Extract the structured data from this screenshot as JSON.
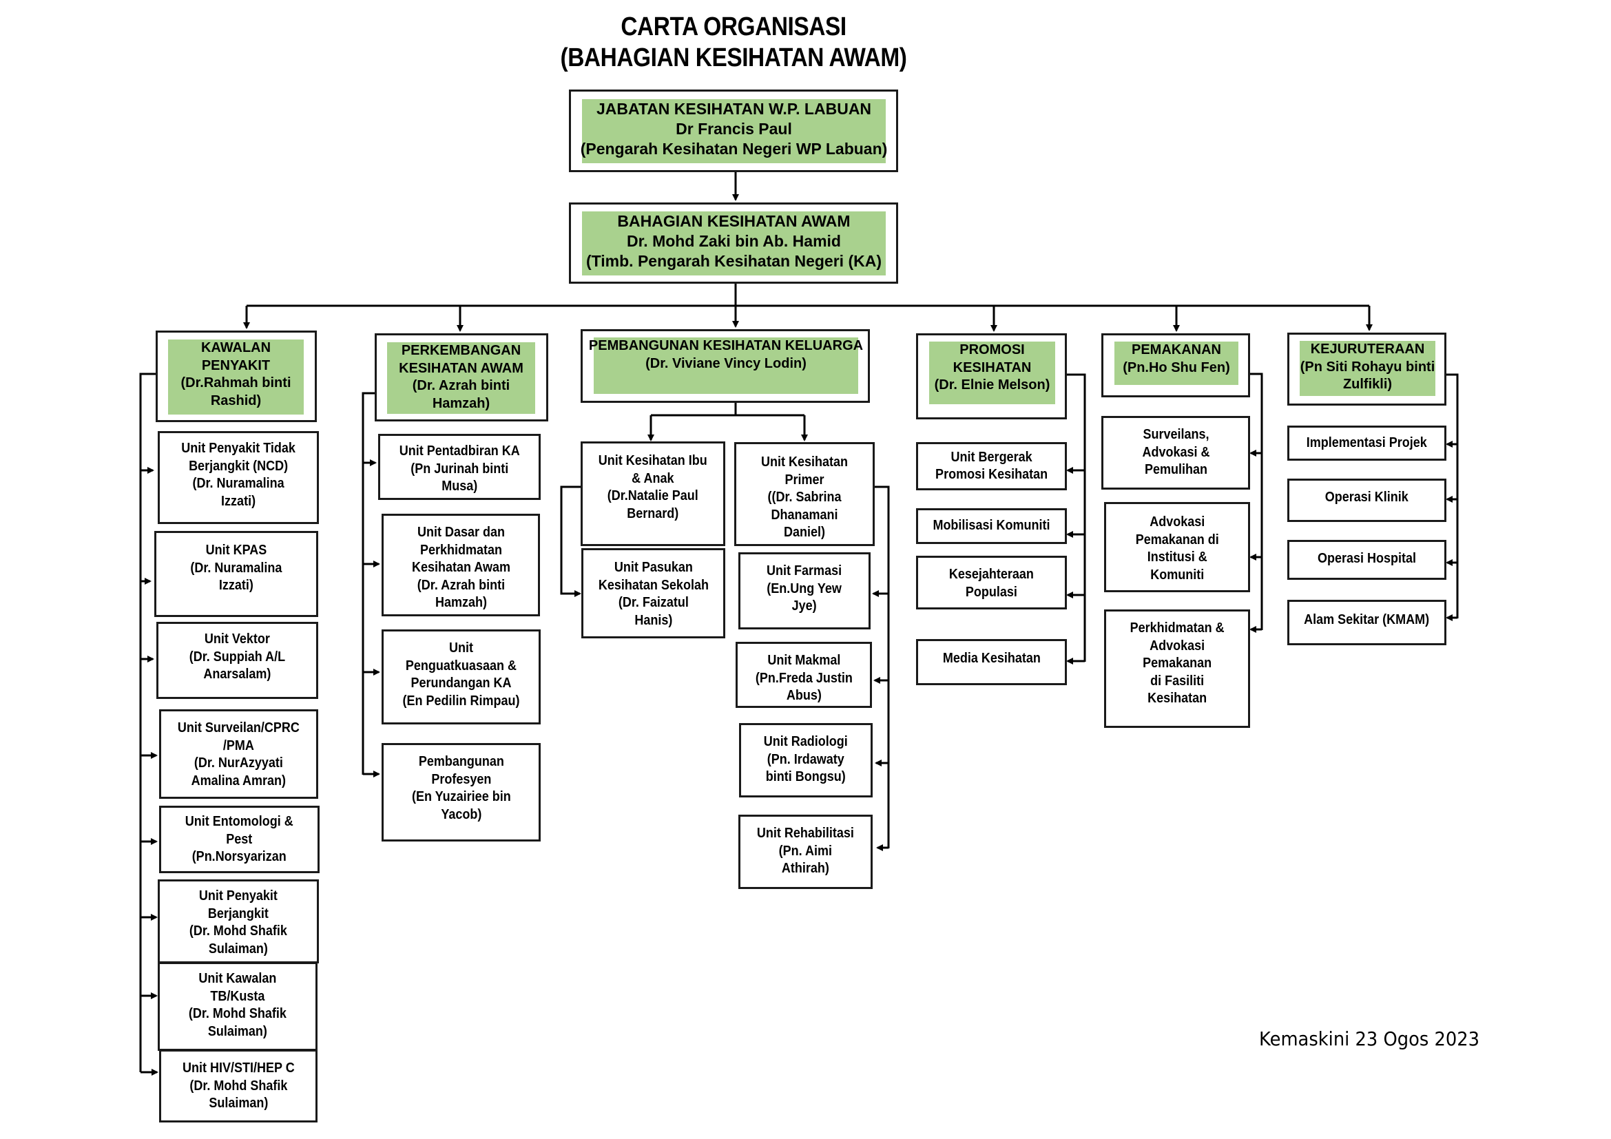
{
  "title": {
    "line1": "CARTA ORGANISASI",
    "line2": "(BAHAGIAN KESIHATAN AWAM)"
  },
  "top": {
    "lines": [
      "JABATAN KESIHATAN W.P. LABUAN",
      "Dr Francis Paul",
      "(Pengarah Kesihatan Negeri WP Labuan)"
    ]
  },
  "division": {
    "lines": [
      "BAHAGIAN KESIHATAN AWAM",
      "Dr. Mohd Zaki bin Ab. Hamid",
      "(Timb. Pengarah Kesihatan Negeri (KA)"
    ]
  },
  "sections": [
    {
      "header": [
        "KAWALAN",
        "PENYAKIT",
        "(Dr.Rahmah binti",
        "Rashid)"
      ],
      "units": [
        "Unit Penyakit Tidak\nBerjangkit (NCD)\n(Dr. Nuramalina\nIzzati)",
        "Unit KPAS\n(Dr. Nuramalina\nIzzati)",
        "Unit Vektor\n(Dr. Suppiah A/L\nAnarsalam)",
        "Unit Surveilan/CPRC\n/PMA\n(Dr. NurAzyyati\nAmalina Amran)",
        "Unit Entomologi &\nPest\n(Pn.Norsyarizan",
        "Unit Penyakit\nBerjangkit\n(Dr. Mohd Shafik\nSulaiman)",
        "Unit Kawalan\nTB/Kusta\n(Dr. Mohd Shafik\nSulaiman)",
        "Unit HIV/STI/HEP C\n(Dr. Mohd Shafik\nSulaiman)"
      ]
    },
    {
      "header": [
        "PERKEMBANGAN",
        "KESIHATAN AWAM",
        "(Dr. Azrah binti",
        "Hamzah)"
      ],
      "units": [
        "Unit Pentadbiran KA\n(Pn Jurinah binti\nMusa)",
        "Unit Dasar dan\nPerkhidmatan\nKesihatan Awam\n(Dr. Azrah binti\nHamzah)",
        "Unit\nPenguatkuasaan &\nPerundangan KA\n(En Pedilin Rimpau)",
        "Pembangunan\nProfesyen\n(En Yuzairiee bin\nYacob)"
      ]
    },
    {
      "header": [
        "PEMBANGUNAN KESIHATAN KELUARGA",
        "(Dr. Viviane Vincy Lodin)"
      ],
      "units": [
        "Unit Kesihatan Ibu\n& Anak\n(Dr.Natalie Paul\nBernard)",
        "Unit Pasukan\nKesihatan Sekolah\n(Dr. Faizatul\nHanis)",
        "Unit Kesihatan\nPrimer\n((Dr. Sabrina\nDhanamani\nDaniel)",
        "Unit Farmasi\n(En.Ung Yew\nJye)",
        "Unit Makmal\n(Pn.Freda Justin\nAbus)",
        "Unit Radiologi\n(Pn. Irdawaty\nbinti Bongsu)",
        "Unit Rehabilitasi\n(Pn. Aimi\nAthirah)"
      ]
    },
    {
      "header": [
        "PROMOSI",
        "KESIHATAN",
        "(Dr. Elnie Melson)"
      ],
      "units": [
        "Unit Bergerak\nPromosi Kesihatan",
        "Mobilisasi Komuniti",
        "Kesejahteraan\nPopulasi",
        "Media Kesihatan"
      ]
    },
    {
      "header": [
        "PEMAKANAN",
        "(Pn.Ho Shu Fen)"
      ],
      "units": [
        "Surveilans,\nAdvokasi &\nPemulihan",
        "Advokasi\nPemakanan di\nInstitusi &\nKomuniti",
        "Perkhidmatan &\nAdvokasi\nPemakanan\ndi Fasiliti\nKesihatan"
      ]
    },
    {
      "header": [
        "KEJURUTERAAN",
        "(Pn Siti Rohayu binti",
        "Zulfikli)"
      ],
      "units": [
        "Implementasi Projek",
        "Operasi Klinik",
        "Operasi Hospital",
        "Alam Sekitar (KMAM)"
      ]
    }
  ],
  "footer": "Kemaskini 23 Ogos  2023"
}
